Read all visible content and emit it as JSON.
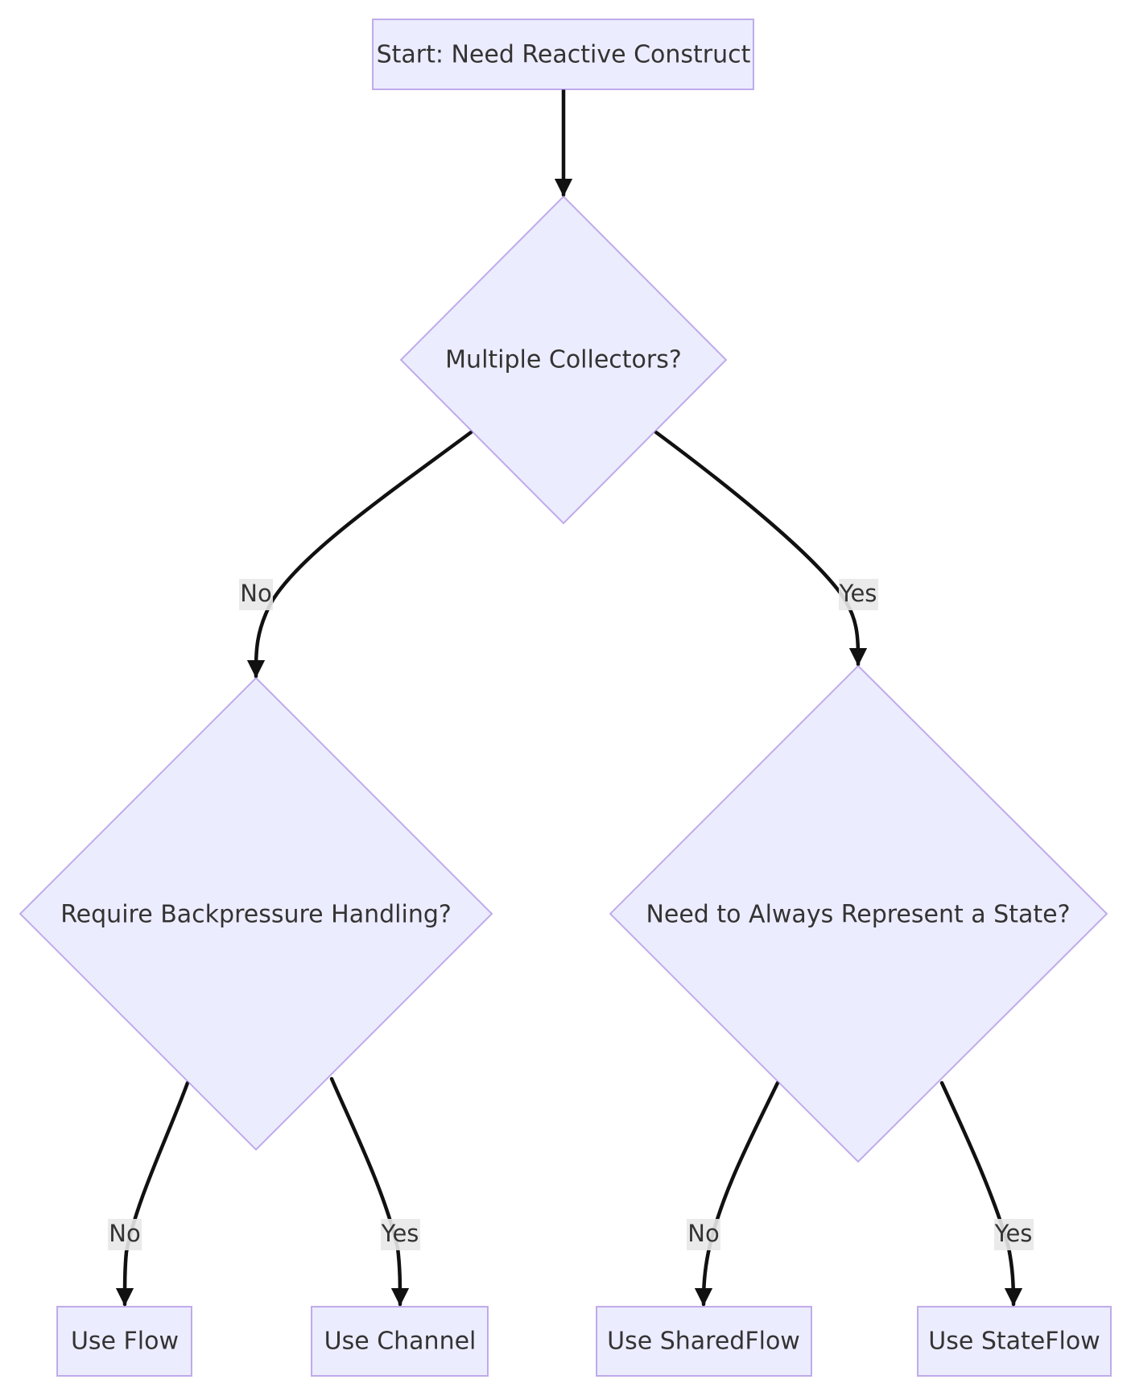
{
  "nodes": {
    "start": "Start: Need Reactive Construct",
    "multiple_collectors": "Multiple Collectors?",
    "backpressure": "Require Backpressure Handling?",
    "always_state": "Need to Always Represent a State?",
    "use_flow": "Use Flow",
    "use_channel": "Use Channel",
    "use_sharedflow": "Use SharedFlow",
    "use_stateflow": "Use StateFlow"
  },
  "edges": {
    "multiple_no": "No",
    "multiple_yes": "Yes",
    "backpressure_no": "No",
    "backpressure_yes": "Yes",
    "state_no": "No",
    "state_yes": "Yes"
  },
  "colors": {
    "node_fill": "#ececff",
    "node_stroke": "#9370db",
    "edge": "#111111",
    "edge_label_bg": "#e8e8e8",
    "text": "#333333"
  }
}
